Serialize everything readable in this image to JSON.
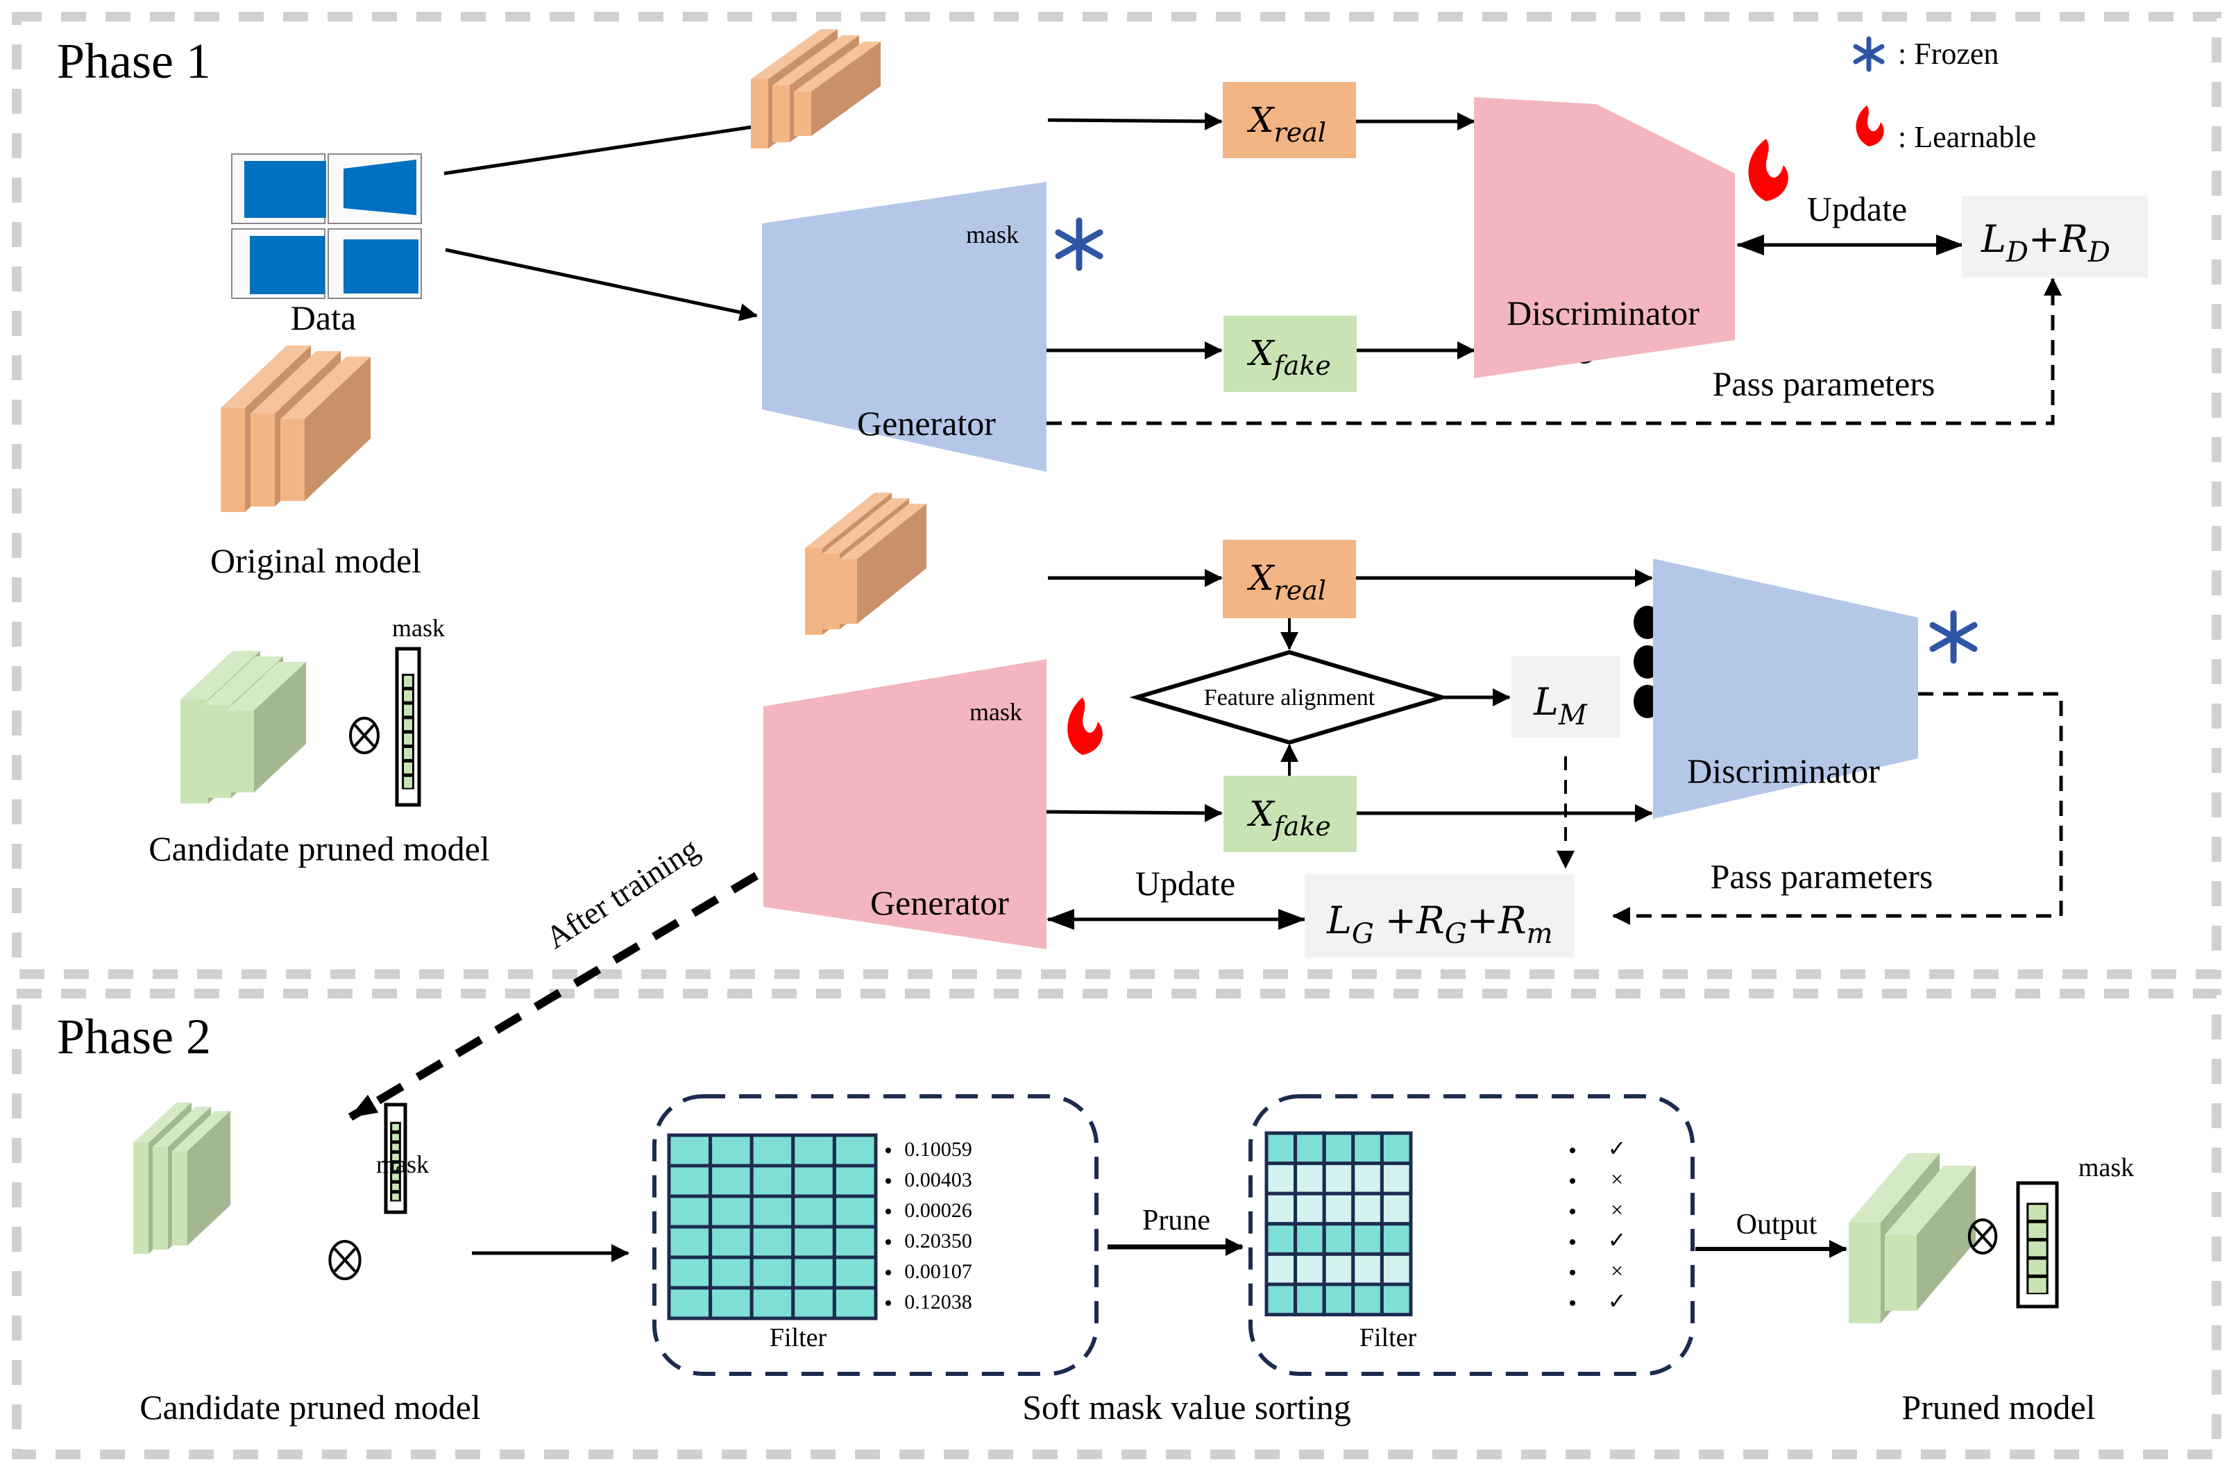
{
  "legend": {
    "frozen_label": ": Frozen",
    "learnable_label": ": Learnable",
    "frozen_color": "#2f56a6",
    "learnable_color": "#ff0000"
  },
  "phase1": {
    "title": "Phase 1",
    "data_label": "Data",
    "original_model_label": "Original model",
    "candidate_model_label": "Candidate pruned model",
    "mask_label": "mask",
    "top": {
      "generator_label": "Generator",
      "generator_state": "frozen",
      "discriminator_label": "Discriminator",
      "discriminator_state": "learnable",
      "x_real": {
        "base": "X",
        "sub": "real"
      },
      "x_fake": {
        "base": "X",
        "sub": "fake"
      },
      "update_label": "Update",
      "pass_params_label": "Pass parameters",
      "loss": {
        "l": "L",
        "l_sub": "D",
        "plus": "+",
        "r": "R",
        "r_sub": "D"
      }
    },
    "bottom": {
      "generator_label": "Generator",
      "generator_state": "learnable",
      "discriminator_label": "Discriminator",
      "discriminator_state": "frozen",
      "x_real": {
        "base": "X",
        "sub": "real"
      },
      "x_fake": {
        "base": "X",
        "sub": "fake"
      },
      "feature_alignment_label": "Feature alignment",
      "lm": {
        "l": "L",
        "sub": "M"
      },
      "update_label": "Update",
      "pass_params_label": "Pass parameters",
      "loss": {
        "l": "L",
        "l_sub": "G",
        "plus1": "+",
        "r1": "R",
        "r1_sub": "G",
        "plus2": "+",
        "r2": "R",
        "r2_sub": "m"
      }
    },
    "after_training_label": "After training"
  },
  "phase2": {
    "title": "Phase 2",
    "candidate_model_label": "Candidate pruned model",
    "mask_label": "mask",
    "filter_label": "Filter",
    "soft_mask_values": [
      "0.10059",
      "0.00403",
      "0.00026",
      "0.20350",
      "0.00107",
      "0.12038"
    ],
    "prune_label": "Prune",
    "keep_marks": [
      "✓",
      "×",
      "×",
      "✓",
      "×",
      "✓"
    ],
    "filter_label_2": "Filter",
    "sorting_label": "Soft mask value sorting",
    "output_label": "Output",
    "pruned_mask_label": "mask",
    "pruned_model_label": "Pruned model"
  },
  "colors": {
    "orange_front": "#f4b584",
    "orange_top": "#f5c49c",
    "orange_side": "#c89169",
    "green_front": "#c9e4b4",
    "green_top": "#d5e9c5",
    "green_side": "#a3b891",
    "blue_trap": "#b4c7e7",
    "pink_trap": "#f4b6be",
    "grid_dark": "#7fdfd5",
    "grid_light": "#d4f2ef",
    "grid_line": "#1c2b4f",
    "loss_box": "#f2f2f2",
    "frame": "#d0d0d0",
    "data_blue": "#0070c0"
  }
}
